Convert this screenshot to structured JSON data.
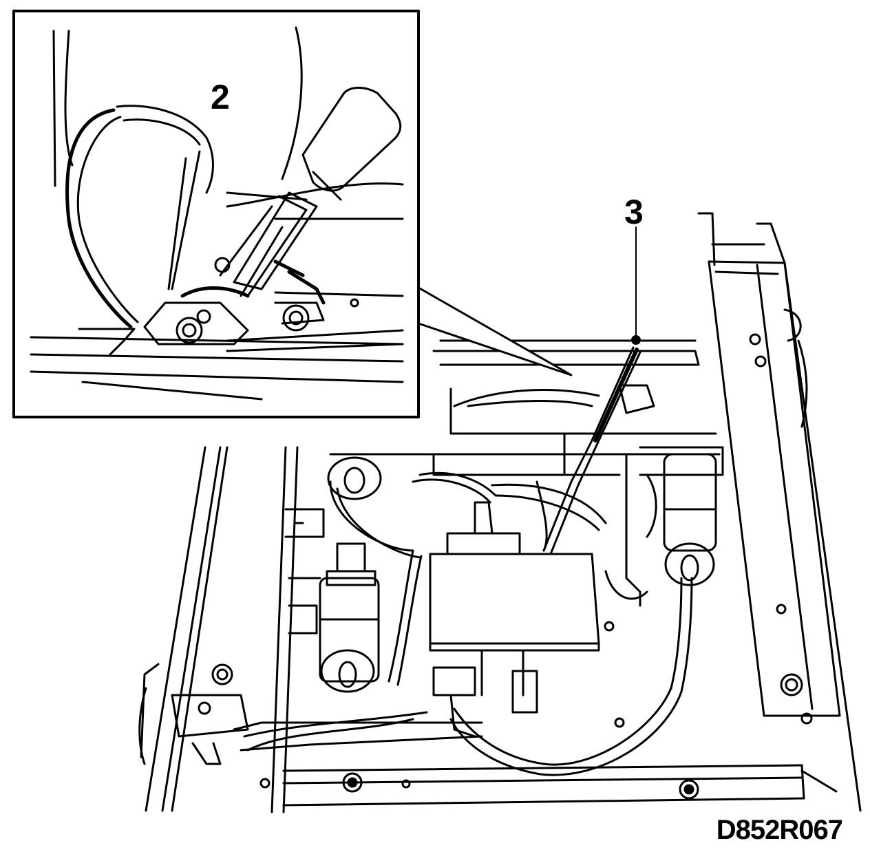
{
  "callouts": {
    "item_2": "2",
    "item_3": "3"
  },
  "drawing_code": "D852R067",
  "colors": {
    "line": "#000000",
    "background": "#ffffff"
  }
}
